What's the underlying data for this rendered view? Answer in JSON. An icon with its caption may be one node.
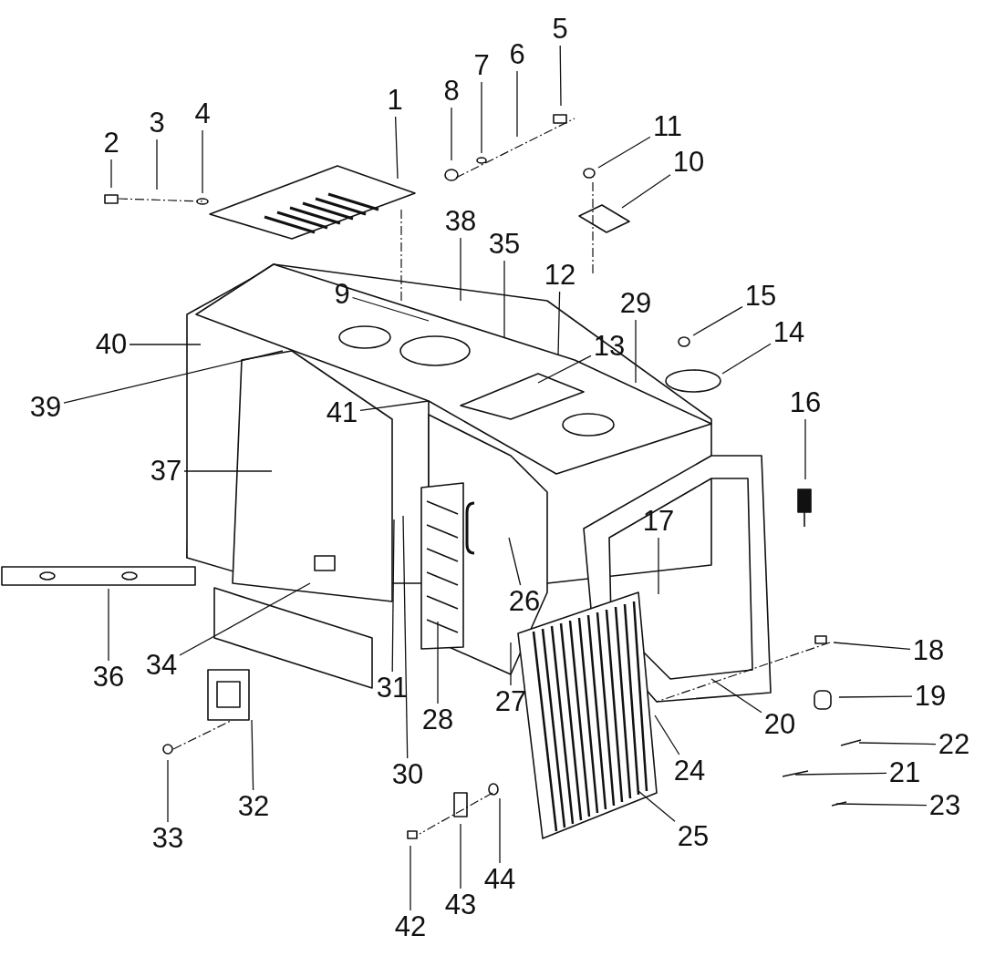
{
  "diagram": {
    "nodes": [
      {
        "text": [
          "1"
        ]
      },
      {
        "text": [
          "2"
        ]
      },
      {
        "text": [
          "3"
        ]
      },
      {
        "text": [
          "4"
        ]
      },
      {
        "text": [
          "5"
        ]
      },
      {
        "text": [
          "6"
        ]
      },
      {
        "text": [
          "7"
        ]
      },
      {
        "text": [
          "8"
        ]
      },
      {
        "text": [
          "9"
        ]
      },
      {
        "text": [
          "10"
        ]
      },
      {
        "text": [
          "11"
        ]
      },
      {
        "text": [
          "12"
        ]
      },
      {
        "text": [
          "13"
        ]
      },
      {
        "text": [
          "14"
        ]
      },
      {
        "text": [
          "15"
        ]
      },
      {
        "text": [
          "16"
        ]
      },
      {
        "text": [
          "17"
        ]
      },
      {
        "text": [
          "18"
        ]
      },
      {
        "text": [
          "19"
        ]
      },
      {
        "text": [
          "20"
        ]
      },
      {
        "text": [
          "21"
        ]
      },
      {
        "text": [
          "22"
        ]
      },
      {
        "text": [
          "23"
        ]
      },
      {
        "text": [
          "24"
        ]
      },
      {
        "text": [
          "25"
        ]
      },
      {
        "text": [
          "26"
        ]
      },
      {
        "text": [
          "27"
        ]
      },
      {
        "text": [
          "28"
        ]
      },
      {
        "text": [
          "29"
        ]
      },
      {
        "text": [
          "30"
        ]
      },
      {
        "text": [
          "31"
        ]
      },
      {
        "text": [
          "32"
        ]
      },
      {
        "text": [
          "33"
        ]
      },
      {
        "text": [
          "34"
        ]
      },
      {
        "text": [
          "35"
        ]
      },
      {
        "text": [
          "36"
        ]
      },
      {
        "text": [
          "37"
        ]
      },
      {
        "text": [
          "38"
        ]
      },
      {
        "text": [
          "39"
        ]
      },
      {
        "text": [
          "40"
        ]
      },
      {
        "text": [
          "41"
        ]
      },
      {
        "text": [
          "42"
        ]
      },
      {
        "text": [
          "43"
        ]
      },
      {
        "text": [
          "44"
        ]
      }
    ],
    "edges": [
      {
        "from": 0,
        "to": null,
        "arrow": "none"
      },
      {
        "from": 1,
        "to": null,
        "arrow": "none"
      },
      {
        "from": 2,
        "to": null,
        "arrow": "none"
      },
      {
        "from": 3,
        "to": null,
        "arrow": "none"
      },
      {
        "from": 4,
        "to": null,
        "arrow": "none"
      },
      {
        "from": 5,
        "to": null,
        "arrow": "none"
      },
      {
        "from": 6,
        "to": null,
        "arrow": "none"
      },
      {
        "from": 7,
        "to": null,
        "arrow": "none"
      },
      {
        "from": 8,
        "to": null,
        "arrow": "none"
      },
      {
        "from": 9,
        "to": null,
        "arrow": "none"
      },
      {
        "from": 10,
        "to": null,
        "arrow": "none"
      },
      {
        "from": 11,
        "to": null,
        "arrow": "none"
      },
      {
        "from": 12,
        "to": null,
        "arrow": "none"
      },
      {
        "from": 13,
        "to": null,
        "arrow": "none"
      },
      {
        "from": 14,
        "to": null,
        "arrow": "none"
      },
      {
        "from": 15,
        "to": null,
        "arrow": "none"
      },
      {
        "from": 16,
        "to": null,
        "arrow": "none"
      },
      {
        "from": 17,
        "to": null,
        "arrow": "none"
      },
      {
        "from": 18,
        "to": null,
        "arrow": "none"
      },
      {
        "from": 19,
        "to": null,
        "arrow": "none"
      },
      {
        "from": 20,
        "to": null,
        "arrow": "none"
      },
      {
        "from": 21,
        "to": null,
        "arrow": "none"
      },
      {
        "from": 22,
        "to": null,
        "arrow": "none"
      },
      {
        "from": 23,
        "to": null,
        "arrow": "none"
      },
      {
        "from": 24,
        "to": null,
        "arrow": "none"
      },
      {
        "from": 25,
        "to": null,
        "arrow": "none"
      },
      {
        "from": 26,
        "to": null,
        "arrow": "none"
      },
      {
        "from": 27,
        "to": null,
        "arrow": "none"
      },
      {
        "from": 28,
        "to": null,
        "arrow": "none"
      },
      {
        "from": 29,
        "to": null,
        "arrow": "none"
      },
      {
        "from": 30,
        "to": null,
        "arrow": "none"
      },
      {
        "from": 31,
        "to": null,
        "arrow": "none"
      },
      {
        "from": 32,
        "to": null,
        "arrow": "none"
      },
      {
        "from": 33,
        "to": null,
        "arrow": "none"
      },
      {
        "from": 34,
        "to": null,
        "arrow": "none"
      },
      {
        "from": 35,
        "to": null,
        "arrow": "none"
      },
      {
        "from": 36,
        "to": null,
        "arrow": "none"
      },
      {
        "from": 37,
        "to": null,
        "arrow": "none"
      },
      {
        "from": 38,
        "to": null,
        "arrow": "none"
      },
      {
        "from": 39,
        "to": null,
        "arrow": "none"
      },
      {
        "from": 40,
        "to": null,
        "arrow": "none"
      },
      {
        "from": 41,
        "to": null,
        "arrow": "none"
      },
      {
        "from": 42,
        "to": null,
        "arrow": "none"
      },
      {
        "from": 43,
        "to": null,
        "arrow": "none"
      }
    ]
  }
}
